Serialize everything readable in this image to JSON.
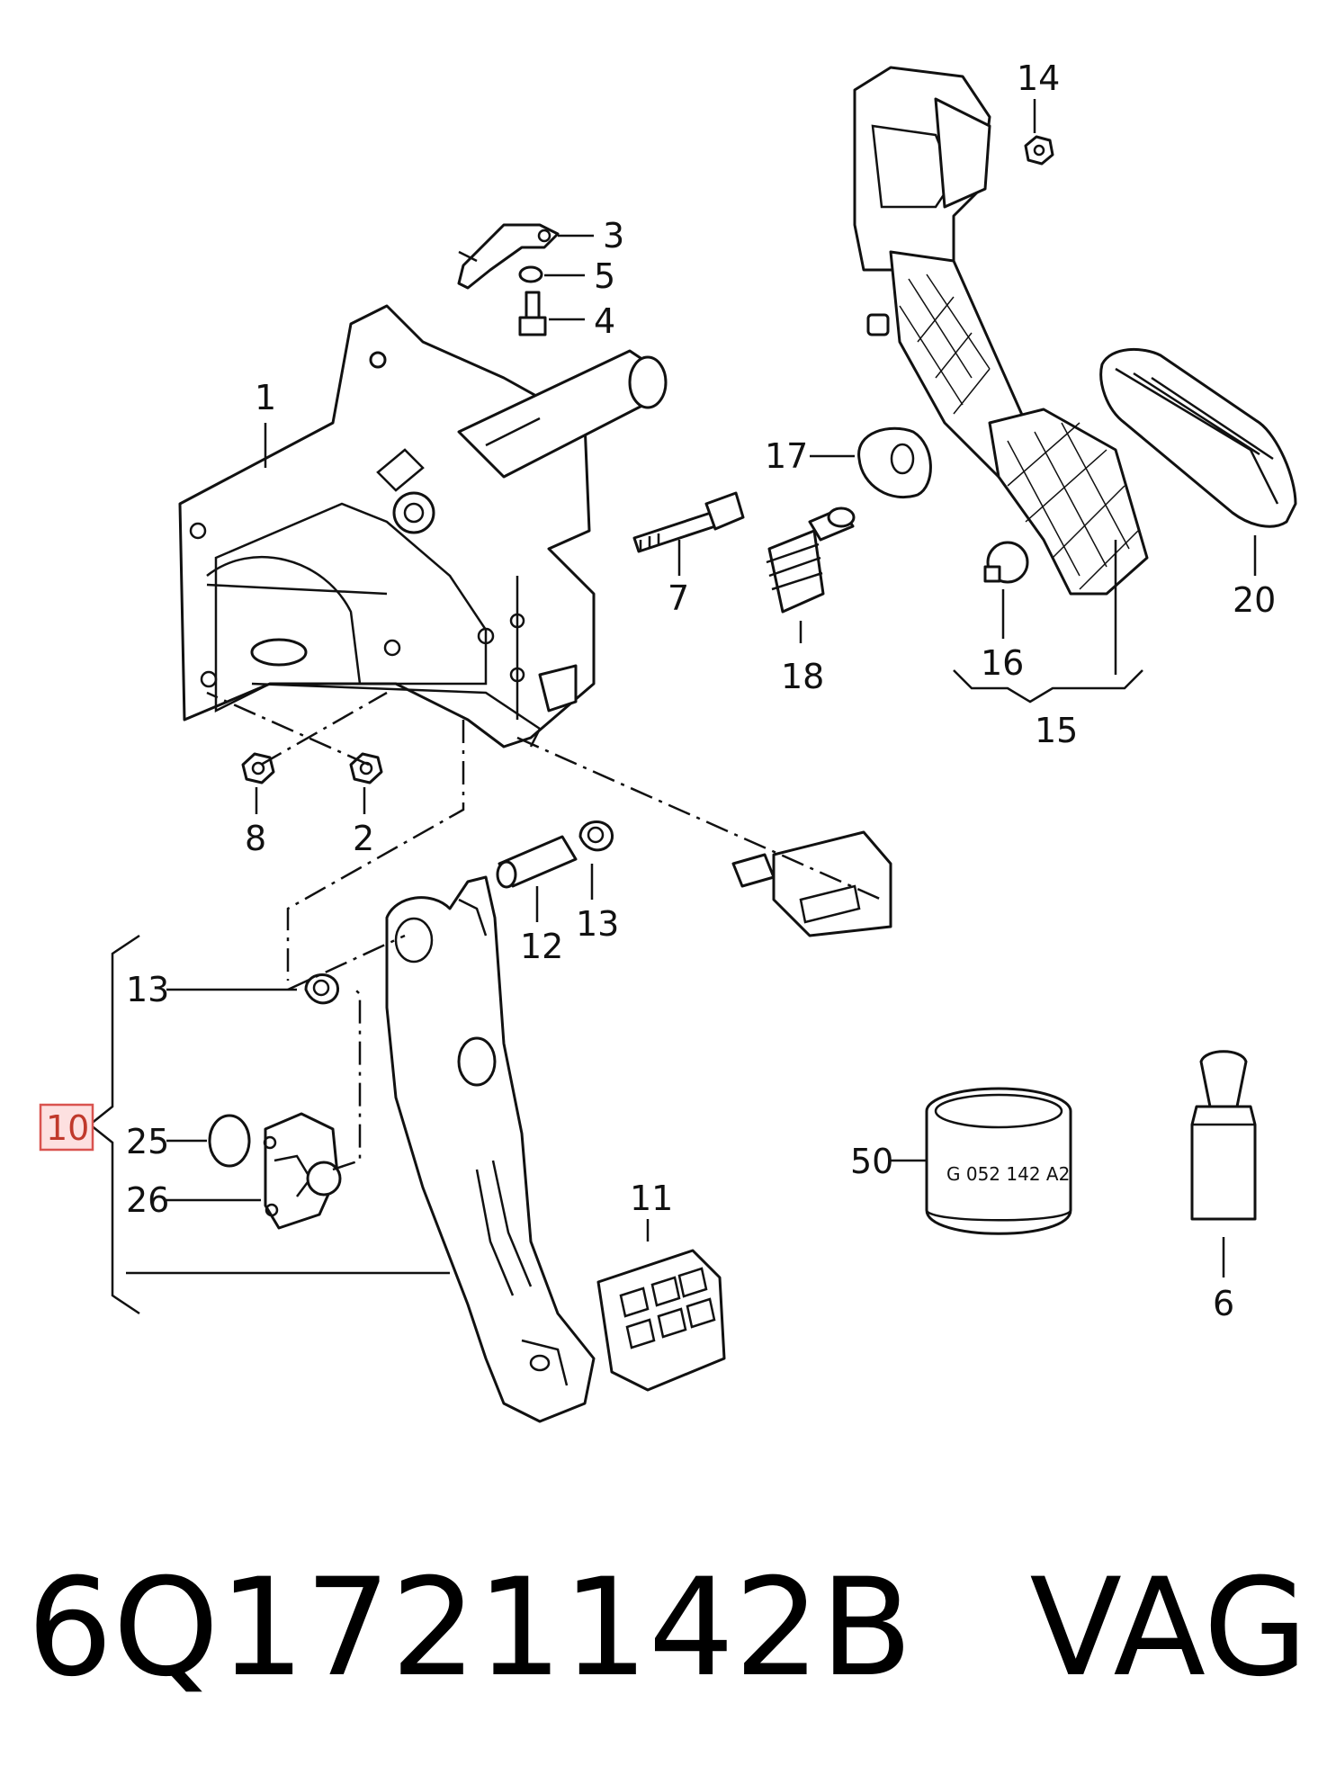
{
  "callouts": {
    "c1": "1",
    "c2": "2",
    "c3": "3",
    "c4": "4",
    "c5": "5",
    "c6": "6",
    "c7": "7",
    "c8": "8",
    "c10": "10",
    "c11": "11",
    "c12": "12",
    "c13a": "13",
    "c13b": "13",
    "c14": "14",
    "c15": "15",
    "c16": "16",
    "c17": "17",
    "c18": "18",
    "c20": "20",
    "c25": "25",
    "c26": "26",
    "c50": "50"
  },
  "container_label": "G 052 142 A2",
  "footer": {
    "part_number": "6Q1721142B",
    "brand": "VAG"
  },
  "highlight_color": "#d9534f"
}
